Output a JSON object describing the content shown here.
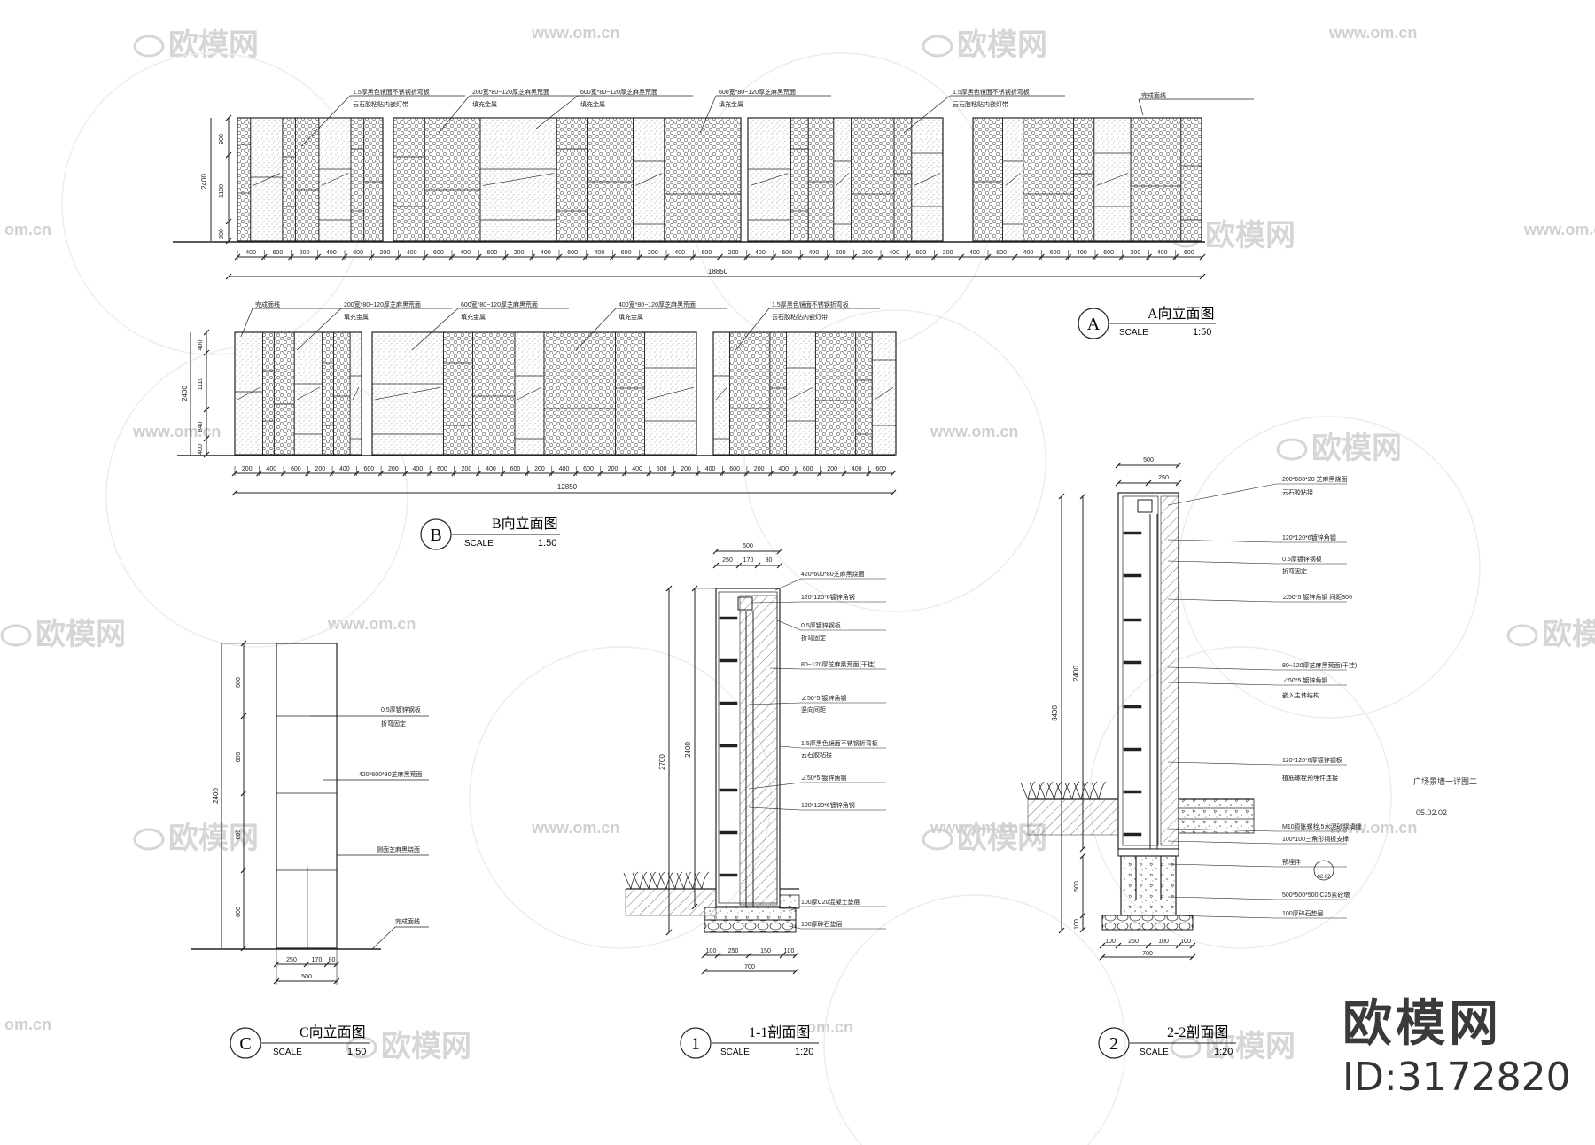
{
  "watermark": {
    "cn": "欧模网",
    "url": "www.om.cn",
    "cut_url": "om.cn"
  },
  "brand": {
    "name": "欧模网",
    "id": "ID:3172820"
  },
  "elev_a": {
    "letter": "A",
    "title": "A向立面图",
    "scale_word": "SCALE",
    "scale": "1:50",
    "overall": "18850",
    "heights": [
      "900",
      "1100",
      "200"
    ],
    "total_h": "2400",
    "dims": [
      "400",
      "600",
      "200",
      "400",
      "600",
      "200",
      "400",
      "600",
      "400",
      "600",
      "200",
      "400",
      "600",
      "400",
      "600",
      "200",
      "400",
      "600",
      "200",
      "400",
      "600",
      "400",
      "600",
      "200",
      "400",
      "600",
      "200",
      "400",
      "600",
      "400",
      "600",
      "400",
      "600",
      "200",
      "400",
      "600"
    ],
    "notes": [
      {
        "l1": "1.5厚黑色镜面不锈钢折弯板",
        "l2": "云石胶粘贴内嵌灯带"
      },
      {
        "l1": "200宽*80~120厚芝麻黑荒面",
        "l2": "填充金属"
      },
      {
        "l1": "600宽*80~120厚芝麻黑荒面",
        "l2": "填充金属"
      },
      {
        "l1": "600宽*80~120厚芝麻黑荒面",
        "l2": "填充金属"
      },
      {
        "l1": "1.5厚黑色镜面不锈钢折弯板",
        "l2": "云石胶粘贴内嵌灯带"
      },
      {
        "l1": "完成面线",
        "l2": ""
      }
    ]
  },
  "elev_b": {
    "letter": "B",
    "title": "B向立面图",
    "scale_word": "SCALE",
    "scale": "1:50",
    "overall": "12850",
    "heights": [
      "400",
      "1110",
      "840",
      "400"
    ],
    "total_h": "2400",
    "dims": [
      "200",
      "400",
      "600",
      "200",
      "400",
      "600",
      "200",
      "400",
      "600",
      "200",
      "400",
      "600",
      "200",
      "400",
      "600",
      "200",
      "400",
      "600",
      "200",
      "400",
      "600",
      "200",
      "400",
      "600",
      "200",
      "400",
      "600"
    ],
    "notes": [
      {
        "l1": "完成面线",
        "l2": ""
      },
      {
        "l1": "200宽*80~120厚芝麻黑荒面",
        "l2": "填充金属"
      },
      {
        "l1": "600宽*80~120厚芝麻黑荒面",
        "l2": "填充金属"
      },
      {
        "l1": "400宽*80~120厚芝麻黑荒面",
        "l2": "填充金属"
      },
      {
        "l1": "1.5厚黑色镜面不锈钢折弯板",
        "l2": "云石胶粘贴内嵌灯带"
      }
    ]
  },
  "elev_c": {
    "letter": "C",
    "title": "C向立面图",
    "scale_word": "SCALE",
    "scale": "1:50",
    "heights": [
      "600",
      "600",
      "600",
      "600"
    ],
    "total_h": "2400",
    "widths": [
      "250",
      "170",
      "80"
    ],
    "total_w": "500",
    "notes": [
      "0.5厚镀锌钢板",
      "折弯固定",
      "420*600*80芝麻黑荒面",
      "侧面芝麻黑烧面",
      "完成面线"
    ]
  },
  "sec_1": {
    "letter": "1",
    "title": "1-1剖面图",
    "scale_word": "SCALE",
    "scale": "1:20",
    "widths": [
      "250",
      "170",
      "80"
    ],
    "total_w": "500",
    "bottom": [
      "100",
      "250",
      "150",
      "100"
    ],
    "bottom_total": "700",
    "heights": [
      "2700",
      "2400"
    ],
    "notes": [
      "420*600*80芝麻黑烧面",
      "120*120*6镀锌角钢",
      "0.5厚镀锌钢板",
      "折弯固定",
      "80~120厚芝麻黑荒面(干挂)",
      "∠50*5 镀锌角钢",
      "竖向间距",
      "1.5厚黑色镜面不锈钢折弯板",
      "云石胶粘接",
      "∠50*5 镀锌角钢",
      "120*120*6镀锌角钢",
      "100厚C20混凝土垫层",
      "100厚碎石垫层"
    ]
  },
  "sec_2": {
    "letter": "2",
    "title": "2-2剖面图",
    "scale_word": "SCALE",
    "scale": "1:20",
    "top": [
      "500",
      "250"
    ],
    "bottom": [
      "100",
      "250",
      "100",
      "100"
    ],
    "bottom_total": "700",
    "heights": [
      "2400",
      "3400",
      "500",
      "100"
    ],
    "notes": [
      "200*600*20 芝麻黑烧面",
      "云石胶粘接",
      "120*120*6镀锌角钢",
      "0.5厚镀锌钢板",
      "折弯固定",
      "∠50*5 镀锌角钢 间距300",
      "80~120厚芝麻黑荒面(干挂)",
      "∠50*5 镀锌角钢",
      "嵌入主体结构",
      "120*120*6厚镀锌钢板",
      "植筋螺栓预埋件连接",
      "M10膨胀螺栓,5水泥砂浆填缝",
      "100*100三角形钢板支撑",
      "预埋件",
      "500*500*500 C25素砼墩",
      "100厚碎石垫层"
    ],
    "tag": "02.02",
    "side1": "广场景墙一详图二",
    "side2": "05.02.02"
  }
}
